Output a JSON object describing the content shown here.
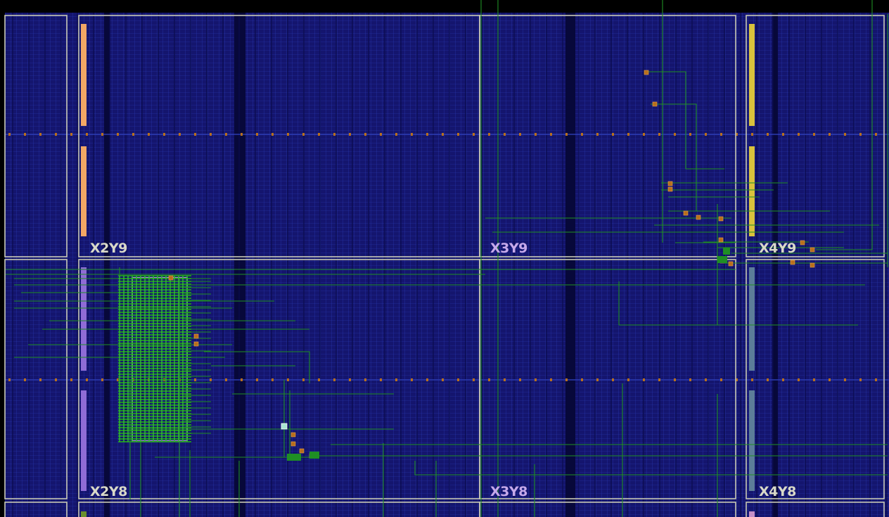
{
  "view": {
    "background": "#000000",
    "fabric_color": "#14156e",
    "grid_line_color": "#2a3dba",
    "region_border_color": "#c9c9b4",
    "net_color": "#1f8f24",
    "cell_color": "#b86f1c",
    "label_color": "#d9d9c8"
  },
  "regions": [
    {
      "id": "X2Y9",
      "label": "X2Y9"
    },
    {
      "id": "X3Y9",
      "label": "X3Y9"
    },
    {
      "id": "X4Y9",
      "label": "X4Y9"
    },
    {
      "id": "X2Y8",
      "label": "X2Y8"
    },
    {
      "id": "X3Y8",
      "label": "X3Y8"
    },
    {
      "id": "X4Y8",
      "label": "X4Y8"
    }
  ],
  "io_columns": {
    "X2Y9": "#f2a765",
    "X4Y9": "#d9c23c",
    "X2Y8": "#8f6cd6",
    "X4Y8": "#5c7d99",
    "bottom_left": "#6a8f2e",
    "bottom_right": "#c58fc8"
  }
}
